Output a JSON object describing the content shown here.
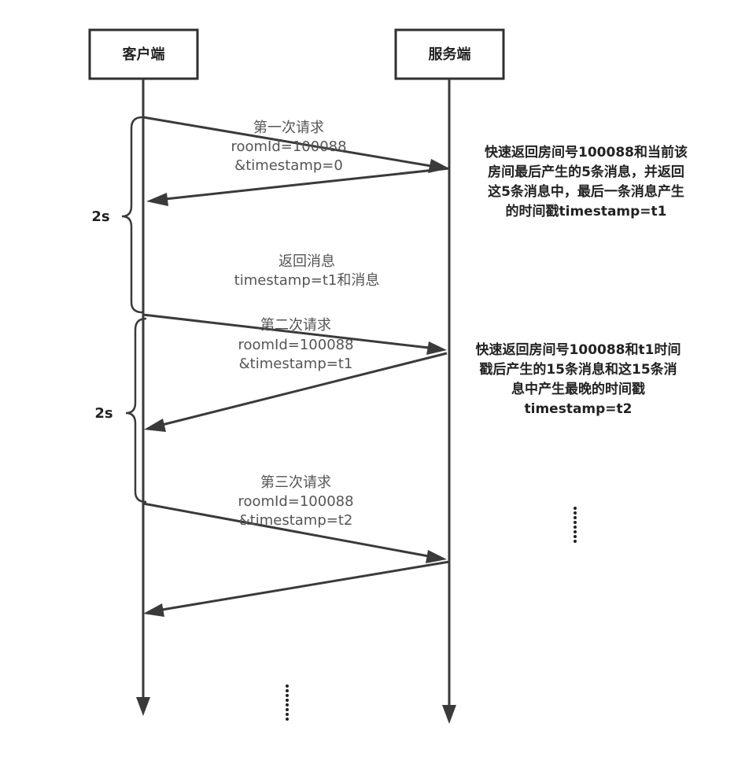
{
  "actors": {
    "client": "客户端",
    "server": "服务端"
  },
  "requests": {
    "first": {
      "title": "第一次请求",
      "param1": "roomId=100088",
      "param2": "&timestamp=0"
    },
    "second": {
      "title": "第二次请求",
      "param1": "roomId=100088",
      "param2": "&timestamp=t1"
    },
    "third": {
      "title": "第三次请求",
      "param1": "roomId=100088",
      "param2": "&timestamp=t2"
    }
  },
  "responses": {
    "first": {
      "title": "返回消息",
      "detail": "timestamp=t1和消息"
    }
  },
  "notes": {
    "first": [
      "快速返回房间号100088和当前该",
      "房间最后产生的5条消息，并返回",
      "这5条消息中，最后一条消息产生",
      "的时间戳timestamp=t1"
    ],
    "second": [
      "快速返回房间号100088和t1时间",
      "戳后产生的15条消息和这15条消",
      "息中产生最晚的时间戳",
      "timestamp=t2"
    ]
  },
  "intervals": {
    "first": "2s",
    "second": "2s"
  }
}
